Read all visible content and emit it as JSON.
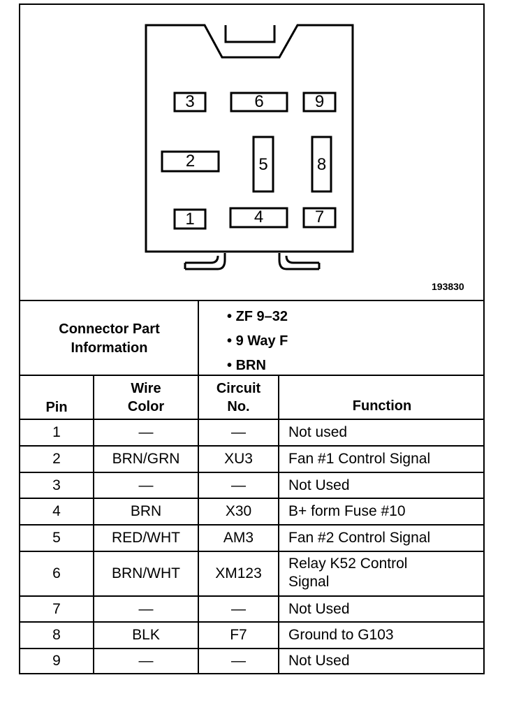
{
  "figure_number": "193830",
  "connector_pins": [
    "1",
    "2",
    "3",
    "4",
    "5",
    "6",
    "7",
    "8",
    "9"
  ],
  "connector_part_info": {
    "label_line1": "Connector Part",
    "label_line2": "Information",
    "items": [
      "ZF 9–32",
      "9 Way F",
      "BRN"
    ]
  },
  "table": {
    "headers": {
      "pin": "Pin",
      "wire_color_1": "Wire",
      "wire_color_2": "Color",
      "circuit_1": "Circuit",
      "circuit_2": "No.",
      "function": "Function"
    },
    "rows": [
      {
        "pin": "1",
        "wire": "—",
        "circuit": "—",
        "function": "Not used",
        "function2": ""
      },
      {
        "pin": "2",
        "wire": "BRN/GRN",
        "circuit": "XU3",
        "function": "Fan #1 Control Signal",
        "function2": ""
      },
      {
        "pin": "3",
        "wire": "—",
        "circuit": "—",
        "function": "Not Used",
        "function2": ""
      },
      {
        "pin": "4",
        "wire": "BRN",
        "circuit": "X30",
        "function": "B+ form Fuse #10",
        "function2": ""
      },
      {
        "pin": "5",
        "wire": "RED/WHT",
        "circuit": "AM3",
        "function": "Fan #2 Control Signal",
        "function2": ""
      },
      {
        "pin": "6",
        "wire": "BRN/WHT",
        "circuit": "XM123",
        "function": "Relay K52 Control",
        "function2": "Signal"
      },
      {
        "pin": "7",
        "wire": "—",
        "circuit": "—",
        "function": "Not Used",
        "function2": ""
      },
      {
        "pin": "8",
        "wire": "BLK",
        "circuit": "F7",
        "function": "Ground to G103",
        "function2": ""
      },
      {
        "pin": "9",
        "wire": "—",
        "circuit": "—",
        "function": "Not Used",
        "function2": ""
      }
    ]
  }
}
